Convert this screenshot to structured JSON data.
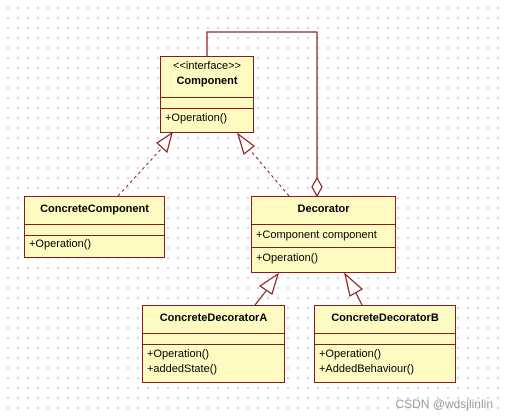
{
  "classes": {
    "component": {
      "stereotype": "<<interface>>",
      "name": "Component",
      "attributes": [],
      "operations": [
        "+Operation()"
      ]
    },
    "concrete_component": {
      "name": "ConcreteComponent",
      "attributes": [],
      "operations": [
        "+Operation()"
      ]
    },
    "decorator": {
      "name": "Decorator",
      "attributes": [
        "+Component component"
      ],
      "operations": [
        "+Operation()"
      ]
    },
    "concrete_decorator_a": {
      "name": "ConcreteDecoratorA",
      "attributes": [],
      "operations": [
        "+Operation()",
        "+addedState()"
      ]
    },
    "concrete_decorator_b": {
      "name": "ConcreteDecoratorB",
      "attributes": [],
      "operations": [
        "+Operation()",
        "+AddedBehaviour()"
      ]
    }
  },
  "watermark": "CSDN @wdsjlinlin",
  "colors": {
    "box_fill": "#fdfbc1",
    "box_border": "#8b1a1a",
    "connector": "#8b1a1a"
  }
}
